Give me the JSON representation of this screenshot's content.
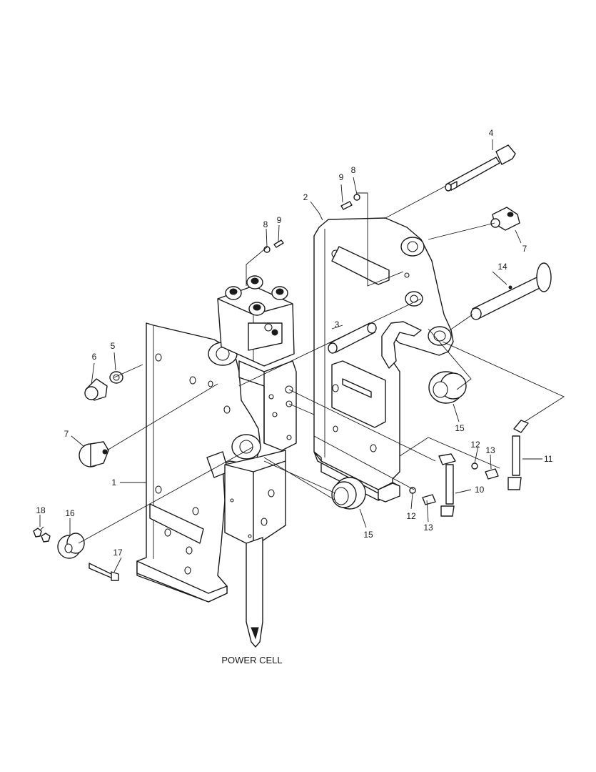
{
  "caption": "POWER CELL",
  "callouts": {
    "c1": "1",
    "c2": "2",
    "c3": "3",
    "c4": "4",
    "c5": "5",
    "c6": "6",
    "c7a": "7",
    "c7b": "7",
    "c8a": "8",
    "c8b": "8",
    "c9a": "9",
    "c9b": "9",
    "c10": "10",
    "c11": "11",
    "c12a": "12",
    "c12b": "12",
    "c13a": "13",
    "c13b": "13",
    "c14": "14",
    "c15a": "15",
    "c15b": "15",
    "c16": "16",
    "c17": "17",
    "c18": "18"
  }
}
